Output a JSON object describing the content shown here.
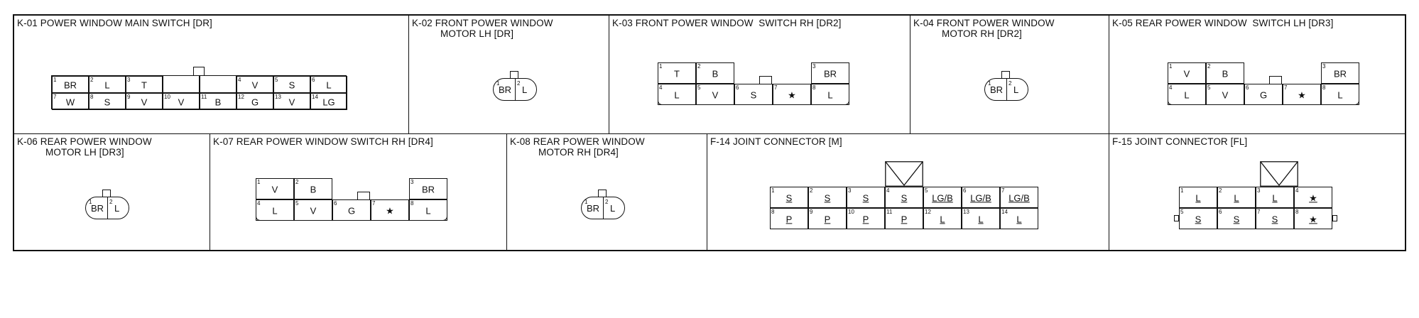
{
  "connectors": [
    {
      "id": "k01",
      "title": [
        "K-01 POWER WINDOW MAIN SWITCH [DR]"
      ],
      "rows": [
        [
          {
            "n": "1",
            "c": "BR"
          },
          {
            "n": "2",
            "c": "L"
          },
          {
            "n": "3",
            "c": "T"
          },
          {
            "n": "",
            "c": ""
          },
          {
            "n": "",
            "c": ""
          },
          {
            "n": "4",
            "c": "V"
          },
          {
            "n": "5",
            "c": "S"
          },
          {
            "n": "6",
            "c": "L"
          }
        ],
        [
          {
            "n": "7",
            "c": "W"
          },
          {
            "n": "8",
            "c": "S"
          },
          {
            "n": "9",
            "c": "V"
          },
          {
            "n": "10",
            "c": "V"
          },
          {
            "n": "11",
            "c": "B"
          },
          {
            "n": "12",
            "c": "G"
          },
          {
            "n": "13",
            "c": "V"
          },
          {
            "n": "14",
            "c": "LG"
          }
        ]
      ]
    },
    {
      "id": "k02",
      "title": [
        "K-02 FRONT POWER WINDOW",
        "MOTOR LH [DR]"
      ],
      "pins": [
        {
          "n": "1",
          "c": "BR"
        },
        {
          "n": "2",
          "c": "L"
        }
      ]
    },
    {
      "id": "k03",
      "title": [
        "K-03 FRONT POWER WINDOW  SWITCH RH [DR2]"
      ],
      "top": [
        {
          "n": "1",
          "c": "T"
        },
        {
          "n": "2",
          "c": "B"
        },
        {
          "n": "3",
          "c": "BR"
        }
      ],
      "bottom": [
        {
          "n": "4",
          "c": "L"
        },
        {
          "n": "5",
          "c": "V"
        },
        {
          "n": "6",
          "c": "S"
        },
        {
          "n": "7",
          "c": "★"
        },
        {
          "n": "8",
          "c": "L"
        }
      ]
    },
    {
      "id": "k04",
      "title": [
        "K-04 FRONT POWER WINDOW",
        "MOTOR RH [DR2]"
      ],
      "pins": [
        {
          "n": "1",
          "c": "BR"
        },
        {
          "n": "2",
          "c": "L"
        }
      ]
    },
    {
      "id": "k05",
      "title": [
        "K-05 REAR POWER WINDOW  SWITCH LH [DR3]"
      ],
      "top": [
        {
          "n": "1",
          "c": "V"
        },
        {
          "n": "2",
          "c": "B"
        },
        {
          "n": "3",
          "c": "BR"
        }
      ],
      "bottom": [
        {
          "n": "4",
          "c": "L"
        },
        {
          "n": "5",
          "c": "V"
        },
        {
          "n": "6",
          "c": "G"
        },
        {
          "n": "7",
          "c": "★"
        },
        {
          "n": "8",
          "c": "L"
        }
      ]
    },
    {
      "id": "k06",
      "title": [
        "K-06 REAR POWER WINDOW",
        "MOTOR LH [DR3]"
      ],
      "pins": [
        {
          "n": "1",
          "c": "BR"
        },
        {
          "n": "2",
          "c": "L"
        }
      ]
    },
    {
      "id": "k07",
      "title": [
        "K-07 REAR POWER WINDOW SWITCH RH [DR4]"
      ],
      "top": [
        {
          "n": "1",
          "c": "V"
        },
        {
          "n": "2",
          "c": "B"
        },
        {
          "n": "3",
          "c": "BR"
        }
      ],
      "bottom": [
        {
          "n": "4",
          "c": "L"
        },
        {
          "n": "5",
          "c": "V"
        },
        {
          "n": "6",
          "c": "G"
        },
        {
          "n": "7",
          "c": "★"
        },
        {
          "n": "8",
          "c": "L"
        }
      ]
    },
    {
      "id": "k08",
      "title": [
        "K-08 REAR POWER WINDOW",
        "MOTOR RH [DR4]"
      ],
      "pins": [
        {
          "n": "1",
          "c": "BR"
        },
        {
          "n": "2",
          "c": "L"
        }
      ]
    },
    {
      "id": "f14",
      "title": [
        "F-14 JOINT CONNECTOR [M]"
      ],
      "rows": [
        [
          {
            "n": "1",
            "c": "S"
          },
          {
            "n": "2",
            "c": "S"
          },
          {
            "n": "3",
            "c": "S"
          },
          {
            "n": "4",
            "c": "S"
          },
          {
            "n": "5",
            "c": "LG/B"
          },
          {
            "n": "6",
            "c": "LG/B"
          },
          {
            "n": "7",
            "c": "LG/B"
          }
        ],
        [
          {
            "n": "8",
            "c": "P"
          },
          {
            "n": "9",
            "c": "P"
          },
          {
            "n": "10",
            "c": "P"
          },
          {
            "n": "11",
            "c": "P"
          },
          {
            "n": "12",
            "c": "L"
          },
          {
            "n": "13",
            "c": "L"
          },
          {
            "n": "14",
            "c": "L"
          }
        ]
      ]
    },
    {
      "id": "f15",
      "title": [
        "F-15 JOINT CONNECTOR [FL]"
      ],
      "rows": [
        [
          {
            "n": "1",
            "c": "L"
          },
          {
            "n": "2",
            "c": "L"
          },
          {
            "n": "3",
            "c": "L"
          },
          {
            "n": "4",
            "c": "★"
          }
        ],
        [
          {
            "n": "5",
            "c": "S"
          },
          {
            "n": "6",
            "c": "S"
          },
          {
            "n": "7",
            "c": "S"
          },
          {
            "n": "8",
            "c": "★"
          }
        ]
      ]
    }
  ]
}
